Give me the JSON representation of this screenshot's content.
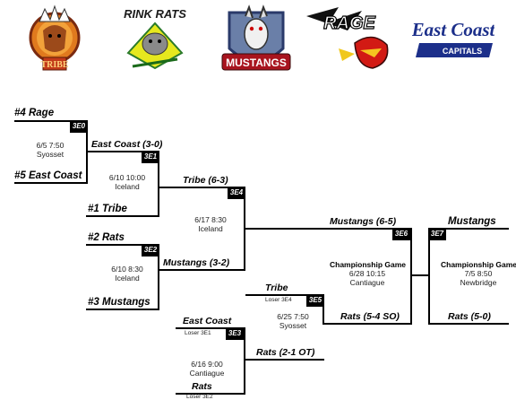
{
  "logos": {
    "tribe": "TRIBE",
    "rink_rats": "RINK RATS",
    "mustangs": "MUSTANGS",
    "rage": "RAGE",
    "east_coast": "East Coast",
    "capitals": "CAPITALS"
  },
  "bracket": {
    "g0": {
      "id": "3E0",
      "top": "#4 Rage",
      "bottom": "#5 East Coast",
      "date": "6/5  7:50",
      "place": "Syosset"
    },
    "g1": {
      "id": "3E1",
      "top": "East Coast  (3-0)",
      "bottom": "#1 Tribe",
      "date": "6/10  10:00",
      "place": "Iceland"
    },
    "g2": {
      "id": "3E2",
      "top": "#2 Rats",
      "bottom": "#3 Mustangs",
      "date": "6/10  8:30",
      "place": "Iceland"
    },
    "g4": {
      "id": "3E4",
      "top": "Tribe  (6-3)",
      "bottom": "Mustangs  (3-2)",
      "date": "6/17  8:30",
      "place": "Iceland"
    },
    "g3": {
      "id": "3E3",
      "top": "East Coast",
      "top_note": "Loser 3E1",
      "bottom": "Rats",
      "bottom_note": "Loser 3E2",
      "date": "6/16  9:00",
      "place": "Cantiague"
    },
    "g5": {
      "id": "3E5",
      "top": "Tribe",
      "top_note": "Loser 3E4",
      "bottom": "Rats  (2-1 OT)",
      "date": "6/25  7:50",
      "place": "Syosset"
    },
    "g6": {
      "id": "3E6",
      "title": "Championship Game",
      "top": "Mustangs  (6-5)",
      "bottom": "Rats  (5-4 SO)",
      "date": "6/28  10:15",
      "place": "Cantiague"
    },
    "g7": {
      "id": "3E7",
      "title": "Championship Game",
      "top": "Mustangs",
      "bottom": "Rats  (5-0)",
      "date": "7/5   8:50",
      "place": "Newbridge"
    }
  }
}
